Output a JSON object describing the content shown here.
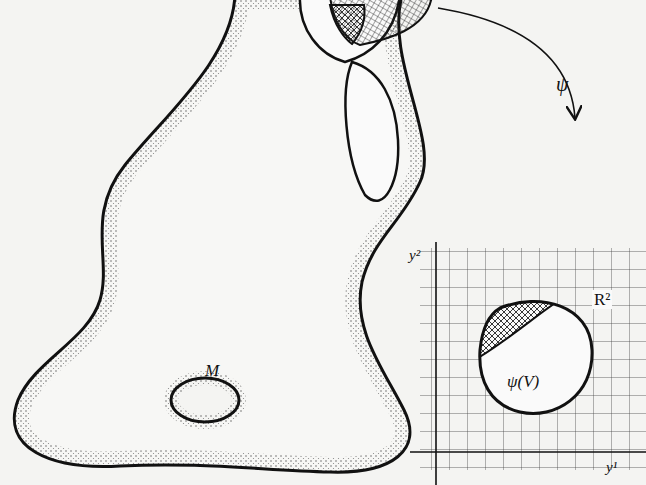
{
  "diagram": {
    "labels": [
      "M",
      "ψ",
      "y²",
      "y¹",
      "R²",
      "ψ(V)"
    ]
  }
}
